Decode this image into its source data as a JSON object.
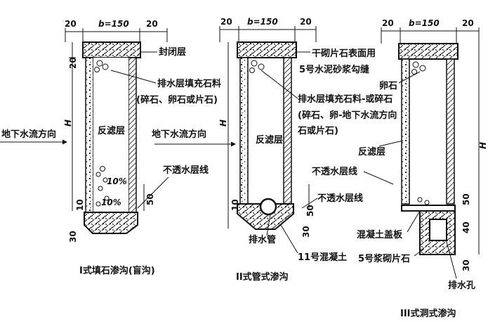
{
  "dimensions": {
    "side_width": "20",
    "b_width": "b=150",
    "top_20": "20",
    "height_H": "H",
    "bottom_10": "10",
    "bottom_30": "30",
    "d50": "50",
    "d40": "40"
  },
  "ditch1": {
    "caption": "I式填石渗沟(盲沟)",
    "seal_layer": "封闭层",
    "drain_fill_1": "排水层填充石料",
    "drain_fill_2": "(碎石、卵石或片石)",
    "filter_layer": "反滤层",
    "groundwater_dir": "地下水流方向",
    "impermeable_line": "不透水层线",
    "pct_a": "10%",
    "pct_b": "10%"
  },
  "ditch2": {
    "caption": "II式管式渗沟",
    "surface_1": "干砌片石表面用",
    "surface_2": "5号水泥砂浆勾缝",
    "drain_fill_1": "排水层填充石料-或碎石",
    "drain_fill_2": "(碎石、卵-地下水流方向",
    "drain_fill_3": "石或片石)",
    "groundwater_dir": "地下水流方向",
    "filter_layer": "反滤层",
    "impermeable_line": "不透水层线",
    "drain_pipe": "排水管",
    "concrete": "11号混凝土"
  },
  "ditch3": {
    "caption": "III式洞式渗沟",
    "pebble": "卵石",
    "filter_layer": "反滤层",
    "impermeable_line": "不透水层线",
    "slab": "混凝土盖板",
    "mortar_stone": "5号浆砌片石",
    "drain_hole": "排水孔"
  }
}
